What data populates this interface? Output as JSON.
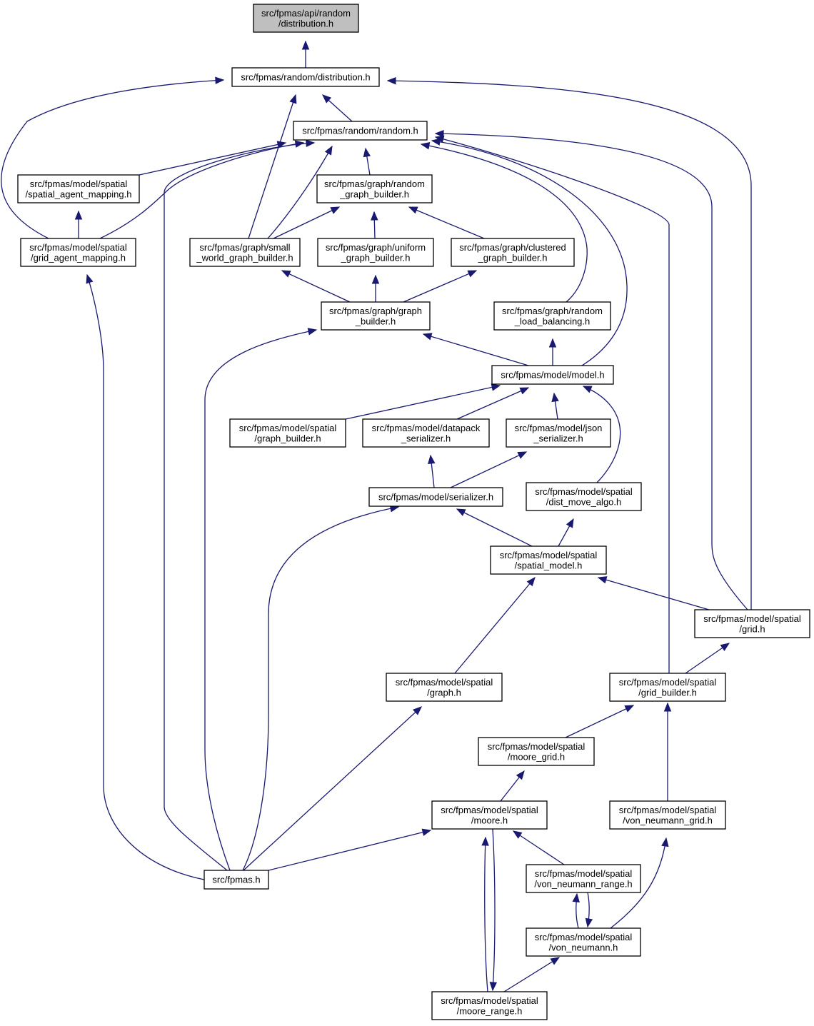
{
  "diagram": {
    "type": "include-dependency-graph",
    "nodes": [
      {
        "id": "api_distribution",
        "lines": [
          "src/fpmas/api/random",
          "/distribution.h"
        ],
        "root": true
      },
      {
        "id": "random_distribution",
        "lines": [
          "src/fpmas/random/distribution.h"
        ]
      },
      {
        "id": "random_random",
        "lines": [
          "src/fpmas/random/random.h"
        ]
      },
      {
        "id": "spatial_agent_mapping",
        "lines": [
          "src/fpmas/model/spatial",
          "/spatial_agent_mapping.h"
        ]
      },
      {
        "id": "random_graph_builder",
        "lines": [
          "src/fpmas/graph/random",
          "_graph_builder.h"
        ]
      },
      {
        "id": "grid_agent_mapping",
        "lines": [
          "src/fpmas/model/spatial",
          "/grid_agent_mapping.h"
        ]
      },
      {
        "id": "small_world",
        "lines": [
          "src/fpmas/graph/small",
          "_world_graph_builder.h"
        ]
      },
      {
        "id": "uniform_graph_builder",
        "lines": [
          "src/fpmas/graph/uniform",
          "_graph_builder.h"
        ]
      },
      {
        "id": "clustered_graph_builder",
        "lines": [
          "src/fpmas/graph/clustered",
          "_graph_builder.h"
        ]
      },
      {
        "id": "graph_builder",
        "lines": [
          "src/fpmas/graph/graph",
          "_builder.h"
        ]
      },
      {
        "id": "random_load_balancing",
        "lines": [
          "src/fpmas/graph/random",
          "_load_balancing.h"
        ]
      },
      {
        "id": "model",
        "lines": [
          "src/fpmas/model/model.h"
        ]
      },
      {
        "id": "spatial_graph_builder",
        "lines": [
          "src/fpmas/model/spatial",
          "/graph_builder.h"
        ]
      },
      {
        "id": "datapack_serializer",
        "lines": [
          "src/fpmas/model/datapack",
          "_serializer.h"
        ]
      },
      {
        "id": "json_serializer",
        "lines": [
          "src/fpmas/model/json",
          "_serializer.h"
        ]
      },
      {
        "id": "serializer",
        "lines": [
          "src/fpmas/model/serializer.h"
        ]
      },
      {
        "id": "dist_move_algo",
        "lines": [
          "src/fpmas/model/spatial",
          "/dist_move_algo.h"
        ]
      },
      {
        "id": "spatial_model",
        "lines": [
          "src/fpmas/model/spatial",
          "/spatial_model.h"
        ]
      },
      {
        "id": "grid",
        "lines": [
          "src/fpmas/model/spatial",
          "/grid.h"
        ]
      },
      {
        "id": "spatial_graph",
        "lines": [
          "src/fpmas/model/spatial",
          "/graph.h"
        ]
      },
      {
        "id": "grid_builder",
        "lines": [
          "src/fpmas/model/spatial",
          "/grid_builder.h"
        ]
      },
      {
        "id": "moore_grid",
        "lines": [
          "src/fpmas/model/spatial",
          "/moore_grid.h"
        ]
      },
      {
        "id": "moore",
        "lines": [
          "src/fpmas/model/spatial",
          "/moore.h"
        ]
      },
      {
        "id": "von_neumann_grid",
        "lines": [
          "src/fpmas/model/spatial",
          "/von_neumann_grid.h"
        ]
      },
      {
        "id": "fpmas",
        "lines": [
          "src/fpmas.h"
        ]
      },
      {
        "id": "von_neumann_range",
        "lines": [
          "src/fpmas/model/spatial",
          "/von_neumann_range.h"
        ]
      },
      {
        "id": "von_neumann",
        "lines": [
          "src/fpmas/model/spatial",
          "/von_neumann.h"
        ]
      },
      {
        "id": "moore_range",
        "lines": [
          "src/fpmas/model/spatial",
          "/moore_range.h"
        ]
      }
    ],
    "edges": [
      {
        "from": "random_distribution",
        "to": "api_distribution"
      },
      {
        "from": "random_random",
        "to": "random_distribution"
      },
      {
        "from": "grid_agent_mapping",
        "to": "random_distribution"
      },
      {
        "from": "small_world",
        "to": "random_distribution"
      },
      {
        "from": "grid",
        "to": "random_distribution"
      },
      {
        "from": "spatial_agent_mapping",
        "to": "random_random"
      },
      {
        "from": "grid_agent_mapping",
        "to": "random_random"
      },
      {
        "from": "small_world",
        "to": "random_random"
      },
      {
        "from": "random_graph_builder",
        "to": "random_random"
      },
      {
        "from": "fpmas",
        "to": "random_random"
      },
      {
        "from": "random_load_balancing",
        "to": "random_random"
      },
      {
        "from": "model",
        "to": "random_random"
      },
      {
        "from": "grid_builder",
        "to": "random_random"
      },
      {
        "from": "grid",
        "to": "random_random"
      },
      {
        "from": "grid_agent_mapping",
        "to": "spatial_agent_mapping"
      },
      {
        "from": "small_world",
        "to": "random_graph_builder"
      },
      {
        "from": "uniform_graph_builder",
        "to": "random_graph_builder"
      },
      {
        "from": "clustered_graph_builder",
        "to": "random_graph_builder"
      },
      {
        "from": "fpmas",
        "to": "grid_agent_mapping"
      },
      {
        "from": "graph_builder",
        "to": "small_world"
      },
      {
        "from": "graph_builder",
        "to": "uniform_graph_builder"
      },
      {
        "from": "graph_builder",
        "to": "clustered_graph_builder"
      },
      {
        "from": "model",
        "to": "graph_builder"
      },
      {
        "from": "fpmas",
        "to": "graph_builder"
      },
      {
        "from": "model",
        "to": "random_load_balancing"
      },
      {
        "from": "spatial_graph_builder",
        "to": "model"
      },
      {
        "from": "datapack_serializer",
        "to": "model"
      },
      {
        "from": "json_serializer",
        "to": "model"
      },
      {
        "from": "dist_move_algo",
        "to": "model"
      },
      {
        "from": "serializer",
        "to": "datapack_serializer"
      },
      {
        "from": "serializer",
        "to": "json_serializer"
      },
      {
        "from": "spatial_model",
        "to": "serializer"
      },
      {
        "from": "fpmas",
        "to": "serializer"
      },
      {
        "from": "spatial_model",
        "to": "dist_move_algo"
      },
      {
        "from": "spatial_graph",
        "to": "spatial_model"
      },
      {
        "from": "grid",
        "to": "spatial_model"
      },
      {
        "from": "grid_builder",
        "to": "grid"
      },
      {
        "from": "fpmas",
        "to": "spatial_graph"
      },
      {
        "from": "moore_grid",
        "to": "grid_builder"
      },
      {
        "from": "von_neumann_grid",
        "to": "grid_builder"
      },
      {
        "from": "moore",
        "to": "moore_grid"
      },
      {
        "from": "fpmas",
        "to": "moore"
      },
      {
        "from": "von_neumann_range",
        "to": "moore"
      },
      {
        "from": "moore_range",
        "to": "moore"
      },
      {
        "from": "moore",
        "to": "moore_range"
      },
      {
        "from": "von_neumann",
        "to": "von_neumann_grid"
      },
      {
        "from": "von_neumann_range",
        "to": "von_neumann"
      },
      {
        "from": "von_neumann",
        "to": "von_neumann_range"
      },
      {
        "from": "moore_range",
        "to": "von_neumann"
      }
    ]
  },
  "colors": {
    "edge": "#191970",
    "node_border": "#000000",
    "node_fill": "#ffffff",
    "root_fill": "#bfbfbf",
    "text": "#000000"
  }
}
